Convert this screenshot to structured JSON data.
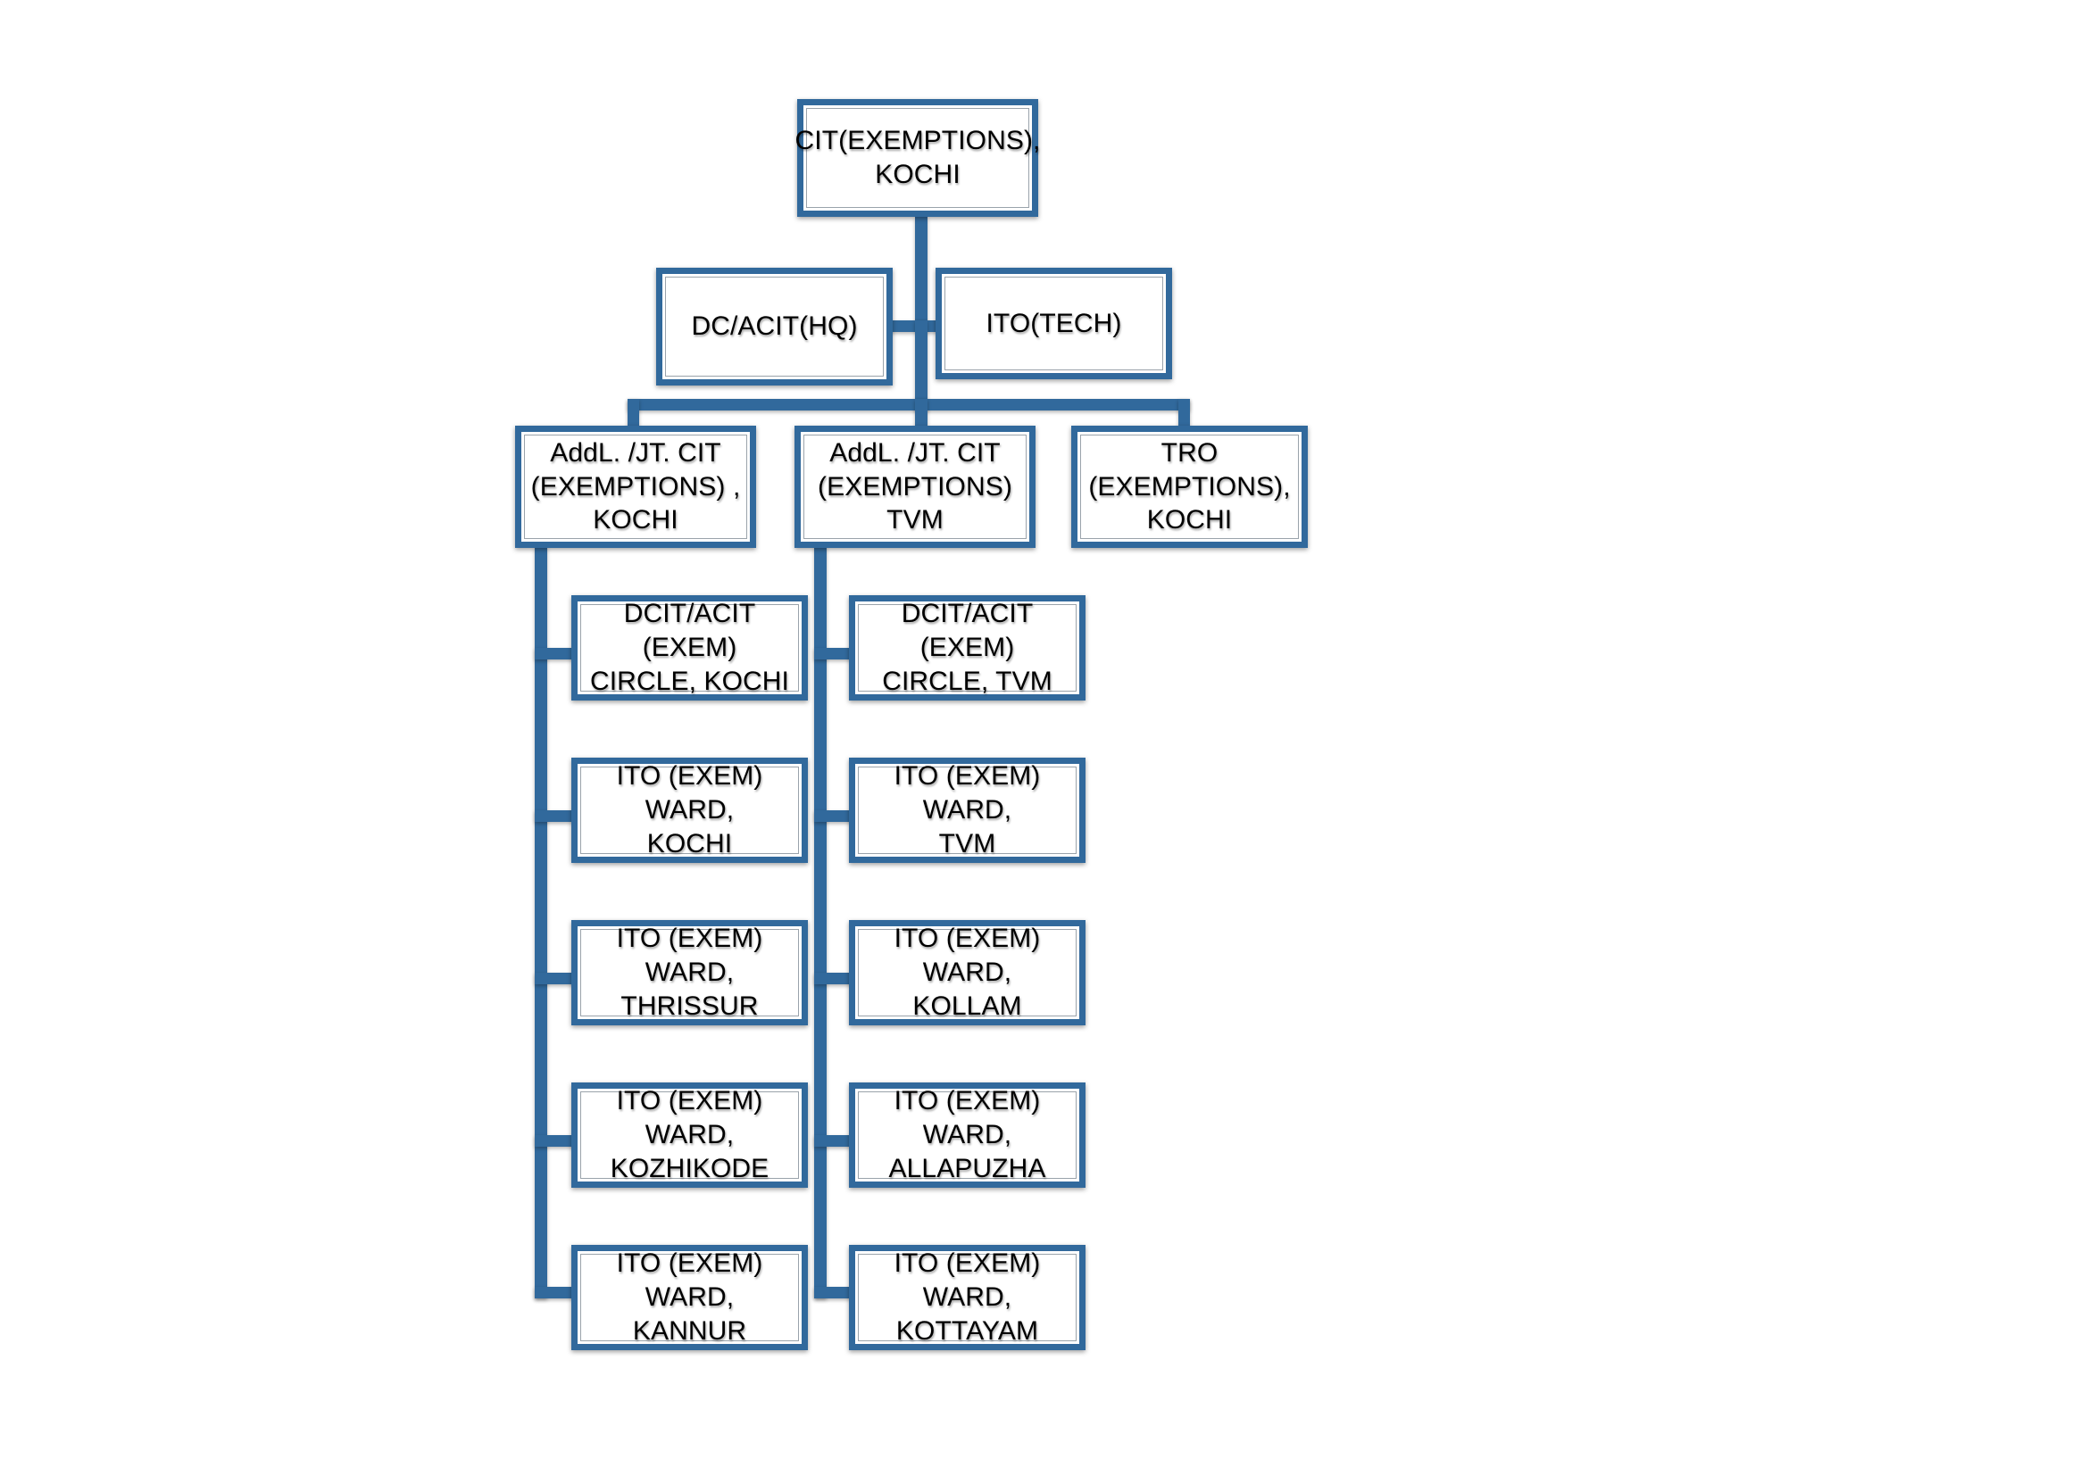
{
  "diagram": {
    "title": "Income Tax Exemptions Wing Organisational Chart",
    "accent_color": "#31699C",
    "background_color": "#FFFFFF",
    "text_color": "#000000",
    "nodes": {
      "root": "CIT(EXEMPTIONS),\nKOCHI",
      "hq": "DC/ACIT(HQ)",
      "tech": "ITO(TECH)",
      "addl_kochi": "AddL. /JT. CIT\n(EXEMPTIONS) ,\nKOCHI",
      "addl_tvm": "AddL. /JT. CIT\n(EXEMPTIONS)\nTVM",
      "tro_kochi": "TRO\n(EXEMPTIONS),\nKOCHI",
      "left": [
        "DCIT/ACIT (EXEM)\nCIRCLE, KOCHI",
        "ITO (EXEM) WARD,\nKOCHI",
        "ITO (EXEM) WARD,\nTHRISSUR",
        "ITO (EXEM) WARD,\nKOZHIKODE",
        "ITO (EXEM) WARD,\nKANNUR"
      ],
      "right": [
        "DCIT/ACIT (EXEM)\nCIRCLE, TVM",
        "ITO (EXEM) WARD,\nTVM",
        "ITO (EXEM) WARD,\nKOLLAM",
        "ITO (EXEM) WARD,\nALLAPUZHA",
        "ITO (EXEM) WARD,\nKOTTAYAM"
      ]
    }
  }
}
